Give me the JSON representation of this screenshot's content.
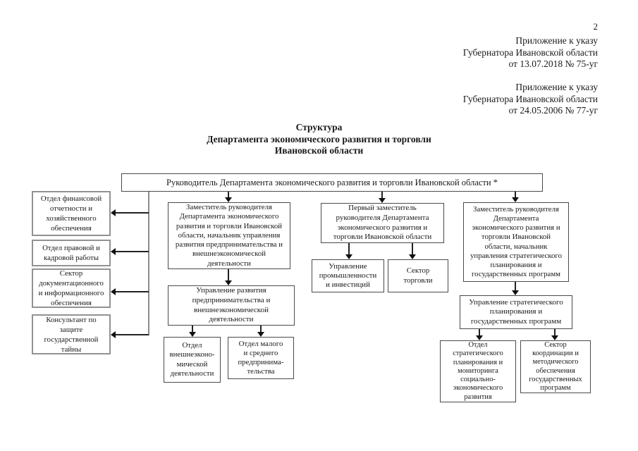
{
  "page_number": "2",
  "annotations": [
    {
      "text": "Приложение к указу\nГубернатора Ивановской области\nот 13.07.2018 № 75-уг"
    },
    {
      "text": "Приложение к указу\nГубернатора Ивановской области\nот 24.05.2006 № 77-уг"
    }
  ],
  "title": "Структура\nДепартамента экономического развития и торговли\nИвановской области",
  "org_chart": {
    "root": "Руководитель Департамента экономического развития и торговли Ивановской области *",
    "staff_units": [
      {
        "label": "Отдел финансовой\nотчетности и\nхозяйственного\nобеспечения"
      },
      {
        "label": "Отдел правовой и\nкадровой работы"
      },
      {
        "label": "Сектор\nдокументационного\nи информационного\nобеспечения"
      },
      {
        "label": "Консультант по\nзащите\nгосударственной\nтайны"
      }
    ],
    "branches": [
      {
        "deputy": "Заместитель руководителя\nДепартамента экономического\nразвития и торговли Ивановской\nобласти, начальник управления\nразвития предпринимательства и\nвнешнеэкономической\nдеятельности",
        "management": "Управление развития\nпредпринимательства и\nвнешнеэкономической\nдеятельности",
        "children": [
          {
            "label": "Отдел\nвнешнеэконо-\nмической\nдеятельности"
          },
          {
            "label": "Отдел малого\nи среднего\nпредпринима-\nтельства"
          }
        ]
      },
      {
        "deputy": "Первый заместитель\nруководителя Департамента\nэкономического развития и\nторговли Ивановской области",
        "children": [
          {
            "label": "Управление\nпромышленности\nи инвестиций"
          },
          {
            "label": "Сектор\nторговли"
          }
        ]
      },
      {
        "deputy": "Заместитель руководителя\nДепартамента\nэкономического развития и\nторговли Ивановской\nобласти, начальник\nуправления стратегического\nпланирования и\nгосударственных программ",
        "management": "Управление стратегического\nпланирования и\nгосударственных программ",
        "children": [
          {
            "label": "Отдел\nстратегического\nпланирования и\nмониторинга\nсоциально-\nэкономического\nразвития"
          },
          {
            "label": "Сектор\nкоординации и\nметодического\nобеспечения\nгосударственных\nпрограмм"
          }
        ]
      }
    ]
  },
  "colors": {
    "background": "#ffffff",
    "text": "#1a1a1a",
    "box_border": "#4a4a4a",
    "staff_box_border": "#929292",
    "connector": "#222222"
  }
}
